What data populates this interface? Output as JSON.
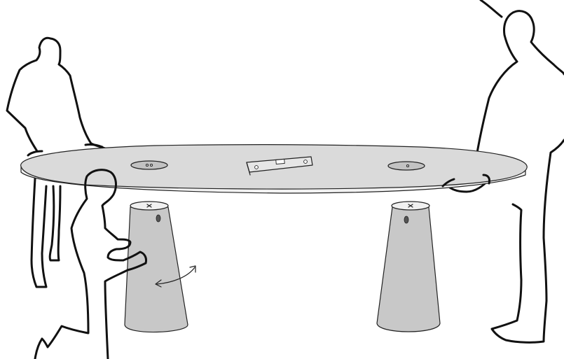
{
  "illustration": {
    "people_count": 3,
    "pedestal_count": 2,
    "has_spirit_level": true,
    "rotation_arrow": "curved-double-headed",
    "colors": {
      "background": "#ffffff",
      "outline": "#111111",
      "tabletop_fill": "#dadada",
      "tabletop_edge": "#f2f2f2",
      "pedestal_fill": "#c8c8c8",
      "pedestal_top": "#f0f0f0",
      "grommet_fill": "#c2c2c2",
      "level_fill": "#e6e6e6"
    }
  }
}
